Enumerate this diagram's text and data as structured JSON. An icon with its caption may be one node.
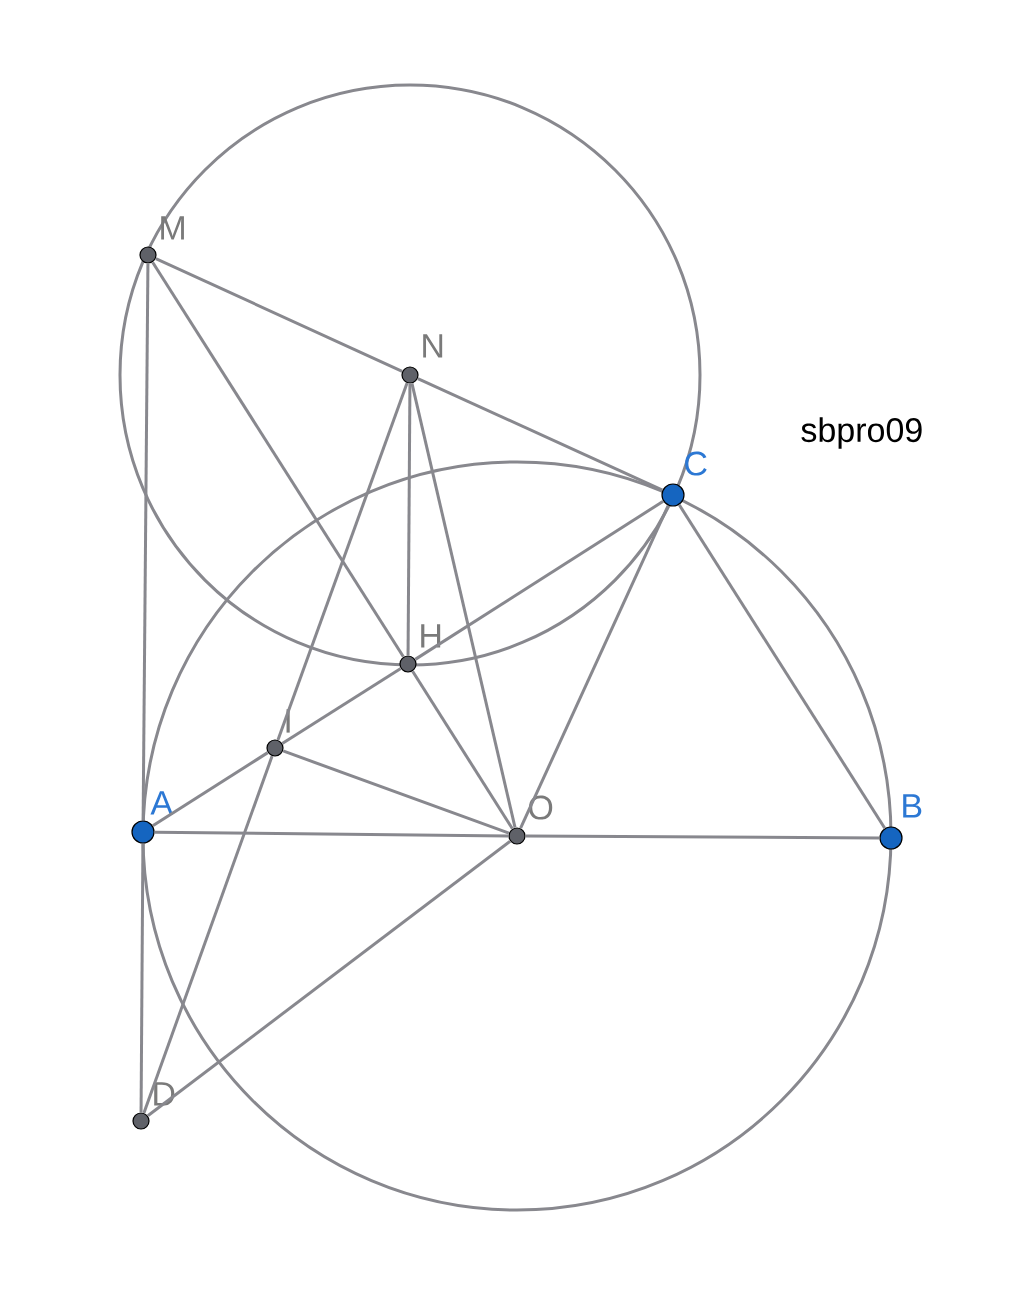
{
  "diagram": {
    "nodes": [
      {
        "text": [
          "M"
        ]
      },
      {
        "text": [
          "N"
        ]
      },
      {
        "text": [
          "C"
        ]
      },
      {
        "text": [
          "H"
        ]
      },
      {
        "text": [
          "I"
        ]
      },
      {
        "text": [
          "A"
        ]
      },
      {
        "text": [
          "O"
        ]
      },
      {
        "text": [
          "B"
        ]
      },
      {
        "text": [
          "D"
        ]
      }
    ],
    "edges": [
      {
        "from": 0,
        "to": 1,
        "arrow": "none"
      },
      {
        "from": 1,
        "to": 2,
        "arrow": "none"
      },
      {
        "from": 0,
        "to": 5,
        "arrow": "none"
      },
      {
        "from": 5,
        "to": 8,
        "arrow": "none"
      },
      {
        "from": 0,
        "to": 3,
        "arrow": "none"
      },
      {
        "from": 3,
        "to": 6,
        "arrow": "none"
      },
      {
        "from": 1,
        "to": 3,
        "arrow": "none"
      },
      {
        "from": 1,
        "to": 4,
        "arrow": "none"
      },
      {
        "from": 4,
        "to": 8,
        "arrow": "none"
      },
      {
        "from": 1,
        "to": 6,
        "arrow": "none"
      },
      {
        "from": 5,
        "to": 4,
        "arrow": "none"
      },
      {
        "from": 4,
        "to": 3,
        "arrow": "none"
      },
      {
        "from": 3,
        "to": 2,
        "arrow": "none"
      },
      {
        "from": 5,
        "to": 6,
        "arrow": "none"
      },
      {
        "from": 6,
        "to": 7,
        "arrow": "none"
      },
      {
        "from": 2,
        "to": 6,
        "arrow": "none"
      },
      {
        "from": 2,
        "to": 7,
        "arrow": "none"
      },
      {
        "from": 4,
        "to": 6,
        "arrow": "none"
      },
      {
        "from": 8,
        "to": 6,
        "arrow": "none"
      }
    ],
    "labels": [
      "sbpro09"
    ]
  }
}
